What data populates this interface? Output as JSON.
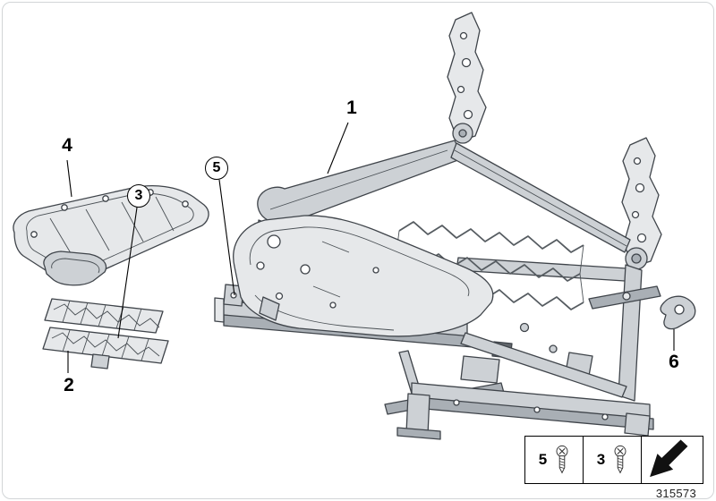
{
  "diagram": {
    "callouts": [
      {
        "label": "1",
        "style": "plain"
      },
      {
        "label": "2",
        "style": "plain"
      },
      {
        "label": "3",
        "style": "circled"
      },
      {
        "label": "4",
        "style": "plain"
      },
      {
        "label": "5",
        "style": "circled"
      },
      {
        "label": "6",
        "style": "plain"
      }
    ],
    "legend": {
      "items": [
        {
          "label": "5",
          "icon": "screw-icon"
        },
        {
          "label": "3",
          "icon": "screw-icon"
        },
        {
          "icon": "direction-arrow-icon"
        }
      ]
    },
    "part_number": "315573",
    "colors": {
      "outline": "#3f444a",
      "fill_light": "#e6e8ea",
      "fill_mid": "#cdd1d5",
      "fill_dark": "#a9afb5",
      "background": "#ffffff"
    }
  }
}
